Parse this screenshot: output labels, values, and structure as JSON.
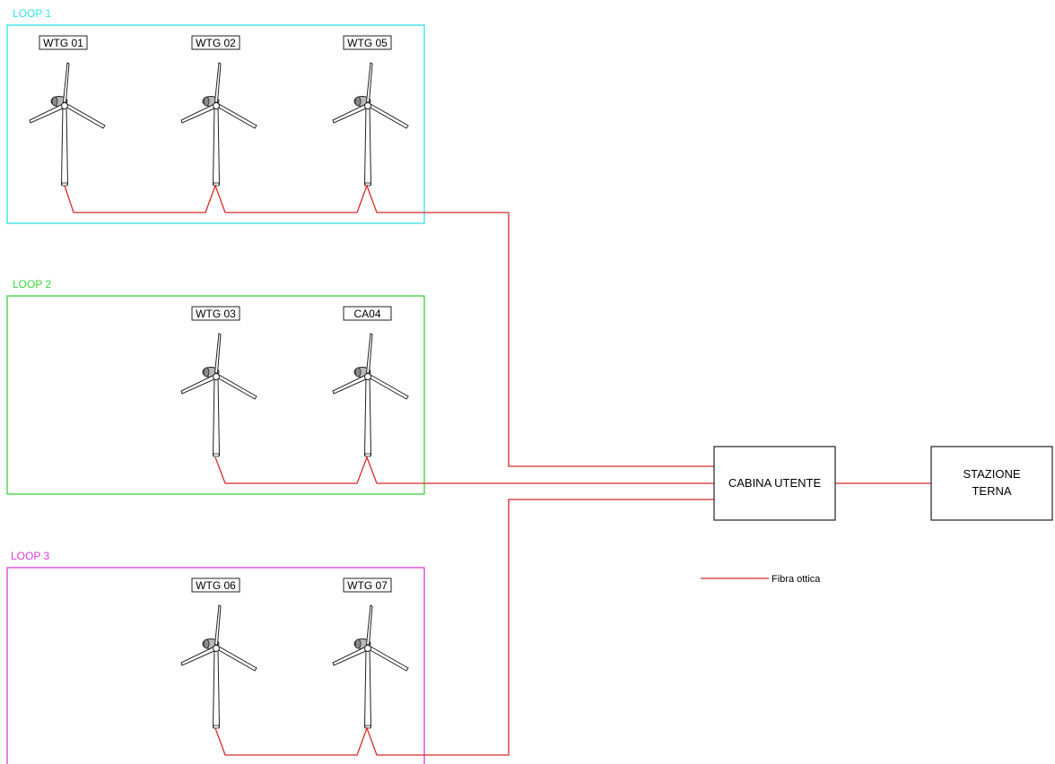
{
  "loops": [
    {
      "label": "LOOP 1",
      "color": "#33e0e8",
      "turbines": [
        "WTG 01",
        "WTG 02",
        "WTG 05"
      ]
    },
    {
      "label": "LOOP 2",
      "color": "#3cd23c",
      "turbines": [
        "WTG 03",
        "CA04"
      ]
    },
    {
      "label": "LOOP 3",
      "color": "#d93cd9",
      "turbines": [
        "WTG 06",
        "WTG 07"
      ]
    }
  ],
  "cabina": {
    "label": "CABINA UTENTE"
  },
  "stazione": {
    "line1": "STAZIONE",
    "line2": "TERNA"
  },
  "legend": {
    "label": "Fibra ottica"
  },
  "colors": {
    "fiber": "#d42b2b",
    "outline": "#222222"
  }
}
